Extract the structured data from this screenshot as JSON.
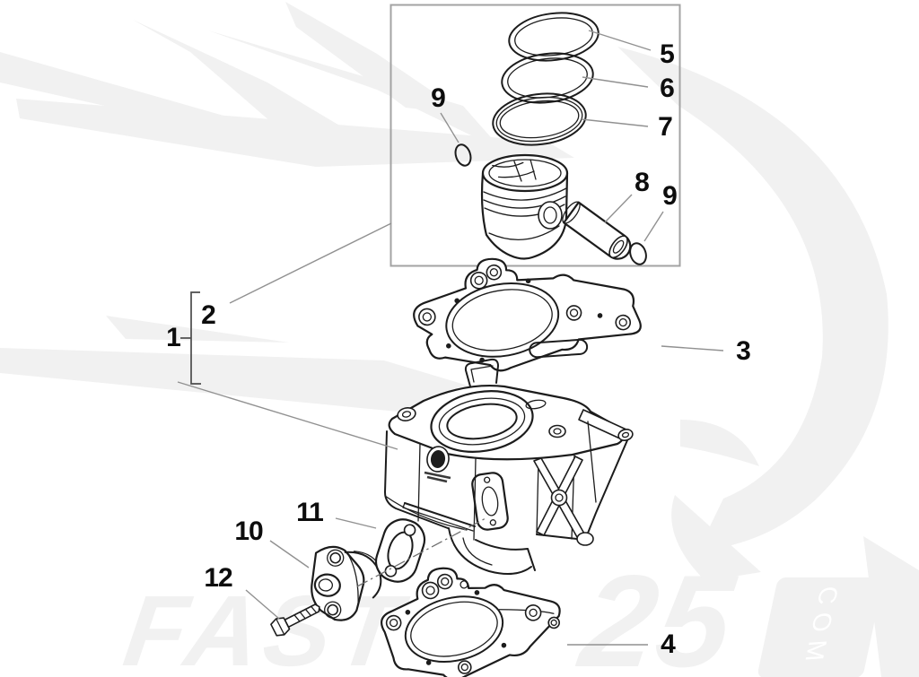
{
  "watermark": {
    "part1": "FAST",
    "part2": "25",
    "suffix": "COM"
  },
  "callouts": {
    "n1": "1",
    "n2": "2",
    "n3": "3",
    "n4": "4",
    "n5": "5",
    "n6": "6",
    "n7": "7",
    "n8": "8",
    "n9_left": "9",
    "n9_right": "9",
    "n10": "10",
    "n11": "11",
    "n12": "12"
  },
  "colors": {
    "line": "#1c1c1c",
    "leader": "#919191",
    "watermark": "#f1f1f1",
    "box_border": "#a3a3a3",
    "label": "#0d0d0d",
    "background": "#ffffff"
  }
}
